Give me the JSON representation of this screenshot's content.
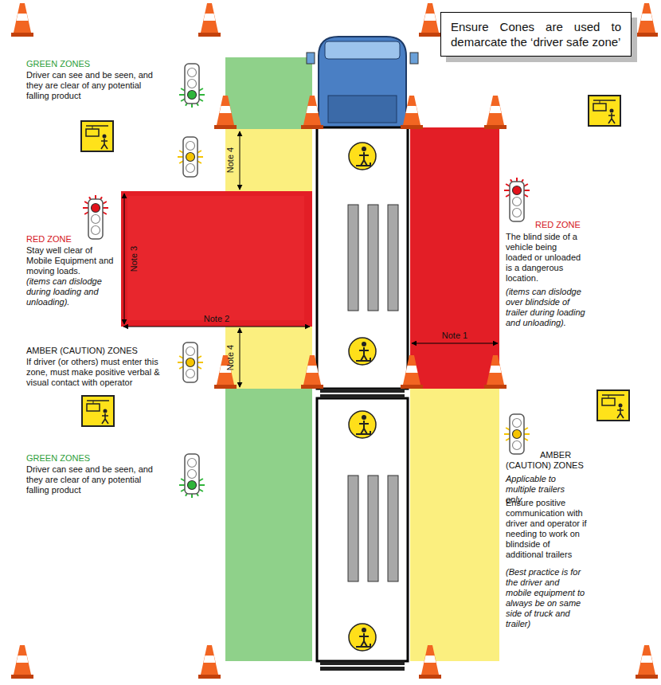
{
  "diagram": {
    "nodes": [
      {
        "text": [
          "Ensure Cones are used to demarcate the ‘driver safe zone’"
        ]
      }
    ],
    "labels": [
      "GREEN ZONES",
      "Driver can see and be seen, and they are clear of any potential falling product",
      "Note 4",
      "RED ZONE",
      "Stay well clear of Mobile Equipment and moving loads.",
      "(items can dislodge during loading and unloading).",
      "Note 3",
      "Note 2",
      "AMBER (CAUTION) ZONES",
      "If driver (or others) must enter this zone, must make positive verbal & visual contact with operator",
      "Note 4",
      "GREEN ZONES",
      "Driver can see and be seen, and they are clear of any potential falling product",
      "RED ZONE",
      "The blind side of a vehicle being loaded or unloaded is a dangerous location.",
      "(items can dislodge over blindside of trailer during loading and unloading).",
      "Note 1",
      "AMBER (CAUTION) ZONES",
      "Applicable to multiple trailers only",
      "Ensure positive communication with driver and operator if needing to work on blindside of additional trailers",
      "(Best practice is for the driver and mobile equipment to always be on same side of truck and trailer)"
    ]
  }
}
